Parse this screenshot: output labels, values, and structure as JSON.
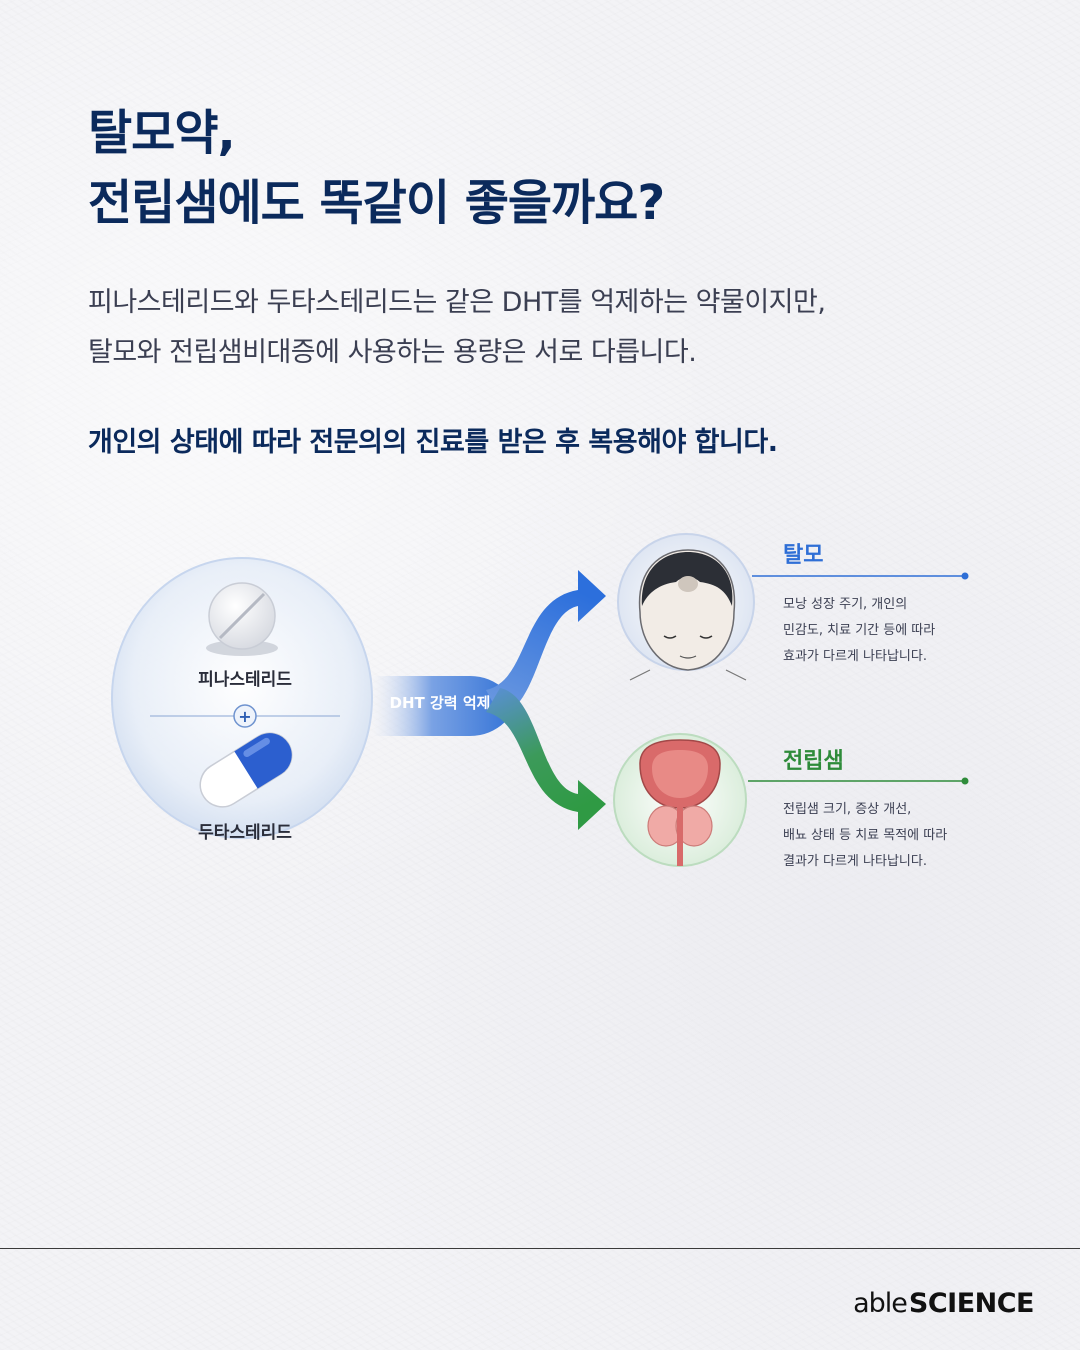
{
  "title": {
    "line1": "탈모약,",
    "line2": "전립샘에도 똑같이 좋을까요?"
  },
  "body": {
    "line1": "피나스테리드와 두타스테리드는 같은 DHT를 억제하는 약물이지만,",
    "line2": "탈모와 전립샘비대증에 사용하는 용량은 서로 다릅니다."
  },
  "note": "개인의 상태에 따라 전문의의 진료를 받은 후 복용해야 합니다.",
  "diagram": {
    "drug1": "피나스테리드",
    "drug2": "두타스테리드",
    "plus": "+",
    "flow_label": "DHT 강력 억제",
    "hairloss": {
      "title": "탈모",
      "desc": [
        "모낭 성장 주기, 개인의",
        "민감도, 치료 기간 등에 따라",
        "효과가 다르게 나타납니다."
      ]
    },
    "prostate": {
      "title": "전립샘",
      "desc": [
        "전립샘 크기, 증상 개선,",
        "배뇨 상태 등 치료 목적에 따라",
        "결과가 다르게 나타납니다."
      ]
    }
  },
  "colors": {
    "navy": "#0b2a5c",
    "blue": "#2f6fd6",
    "green": "#2e8b3a",
    "text": "#3b3f52"
  },
  "brand": {
    "part1": "able",
    "part2": "SCIENCE"
  }
}
